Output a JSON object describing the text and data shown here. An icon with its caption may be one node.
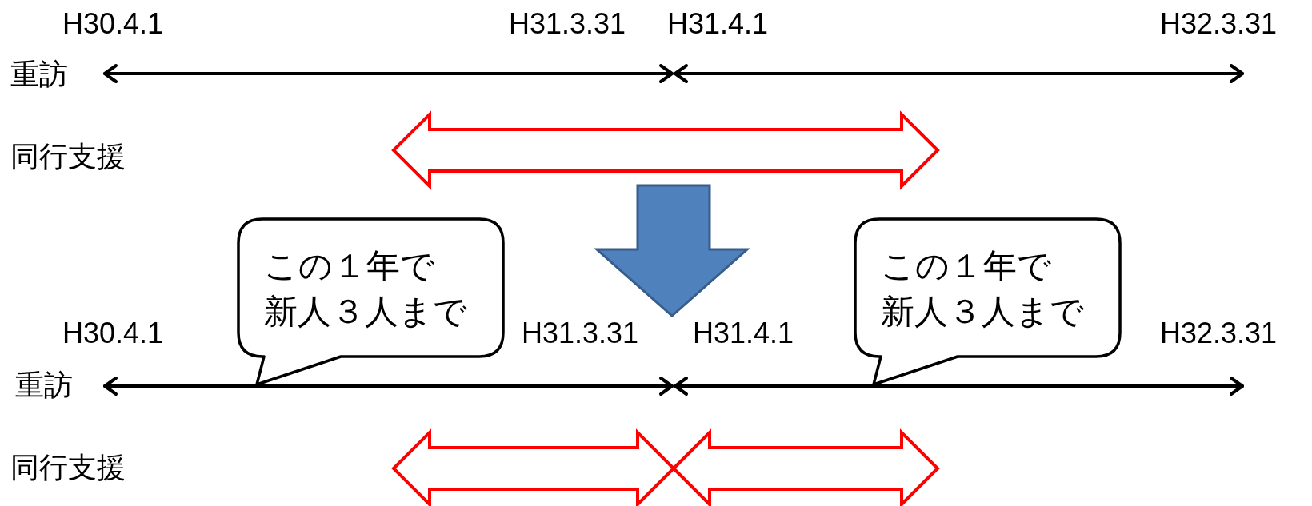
{
  "diagram": {
    "nodes": [
      {
        "text": [
          "この１年で新人３人まで"
        ]
      },
      {
        "text": [
          "この１年で新人３人まで"
        ]
      }
    ],
    "labels": [
      "H30.4.1",
      "H31.3.31",
      "H31.4.1",
      "H32.3.31",
      "重訪",
      "同行支援",
      "H30.4.1",
      "H31.3.31",
      "H31.4.1",
      "H32.3.31",
      "重訪",
      "同行支援"
    ]
  }
}
